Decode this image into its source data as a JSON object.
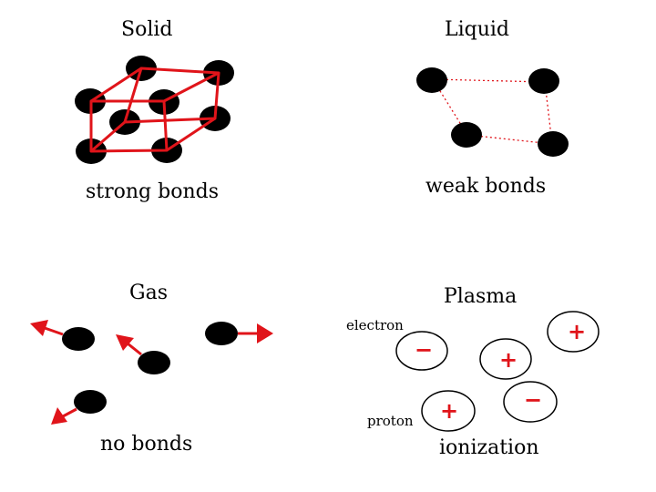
{
  "panels": {
    "solid": {
      "title": "Solid",
      "caption": "strong bonds"
    },
    "liquid": {
      "title": "Liquid",
      "caption": "weak bonds"
    },
    "gas": {
      "title": "Gas",
      "caption": "no bonds"
    },
    "plasma": {
      "title": "Plasma",
      "caption": "ionization",
      "electron_label": "electron",
      "proton_label": "proton",
      "plus_sign": "+",
      "minus_sign": "−"
    }
  },
  "colors": {
    "particle": "#000000",
    "bond": "#e0141a",
    "arrow": "#e0141a",
    "charge": "#e0141a",
    "ion_outline": "#000000"
  }
}
